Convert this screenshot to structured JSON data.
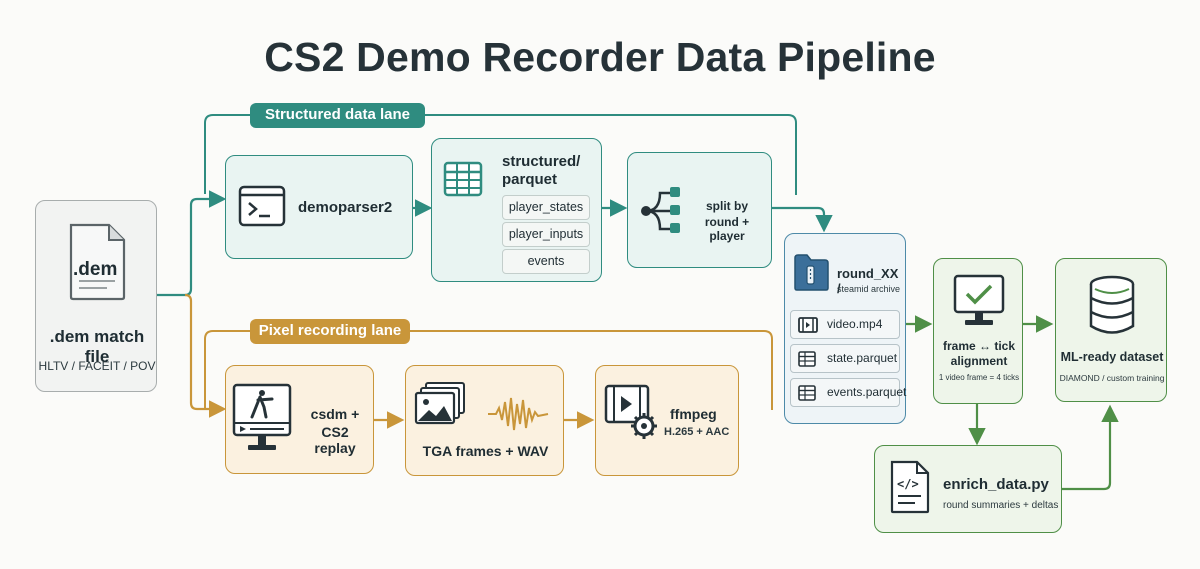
{
  "title": "CS2 Demo Recorder Data Pipeline",
  "lanes": {
    "structured": "Structured data lane",
    "pixel": "Pixel recording lane"
  },
  "source": {
    "icon_text": ".dem",
    "label": ".dem match file",
    "sub": "HLTV / FACEIT / POV"
  },
  "demoparser": {
    "label": "demoparser2"
  },
  "parquet": {
    "label_line1": "structured/",
    "label_line2": "parquet",
    "tables": [
      "player_states",
      "player_inputs",
      "events"
    ]
  },
  "split": {
    "line1": "split by",
    "line2": "round + player"
  },
  "archive": {
    "title": "round_XX /",
    "sub": "steamid archive",
    "files": [
      "video.mp4",
      "state.parquet",
      "events.parquet"
    ]
  },
  "csdm": {
    "line1": "csdm +",
    "line2": "CS2 replay"
  },
  "frames": {
    "label": "TGA frames + WAV"
  },
  "ffmpeg": {
    "label": "ffmpeg",
    "sub": "H.265 + AAC"
  },
  "align": {
    "line1": "frame ↔ tick",
    "line2": "alignment",
    "sub": "1 video frame = 4 ticks"
  },
  "dataset": {
    "label": "ML-ready dataset",
    "sub": "DIAMOND / custom training"
  },
  "enrich": {
    "label": "enrich_data.py",
    "sub": "round summaries + deltas"
  },
  "colors": {
    "teal": "#2f8c80",
    "gold": "#c9963a",
    "green": "#4f8f47",
    "dark": "#263238"
  }
}
